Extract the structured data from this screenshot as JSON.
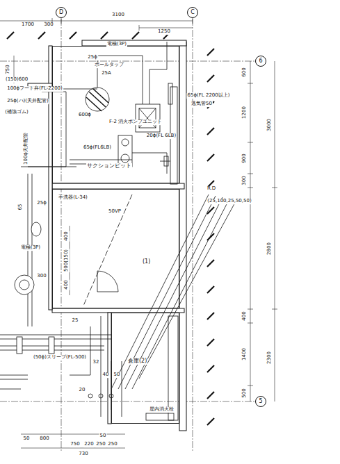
{
  "diagram": {
    "nodes": [
      {
        "text": [
          "D"
        ]
      },
      {
        "text": [
          "C"
        ]
      },
      {
        "text": [
          "6"
        ]
      },
      {
        "text": [
          "5"
        ]
      },
      {
        "text": [
          "サクションピット"
        ]
      },
      {
        "text": [
          "(1)"
        ]
      },
      {
        "text": [
          "倉庫(2)"
        ]
      }
    ],
    "labels": [
      "1700",
      "300",
      "3100",
      "1250",
      "750",
      "(150)600",
      "電極(3P)",
      "25ϕ",
      "ボールタップ",
      "25A",
      "100ϕフート弁(FL-2200)",
      "25ϕ(ハ)(天井配管)",
      "600ϕ",
      "F-2 消火ポンプユニット",
      "65ϕ(FL 2200以上)",
      "逃気管50",
      "20ϕ(FL 6LB)",
      "65ϕ(FL6LB)",
      "(補強ゴム)",
      "50VP",
      "手洗器(L-34)",
      "R.D",
      "(25,100,25,50,50)",
      "電極(3P)",
      "25ϕ",
      "65",
      "100ϕ天井配管",
      "400",
      "500(150)",
      "400",
      "300",
      "25",
      "(50ϕ)スリーブ(FL-500)",
      "32",
      "40",
      "50",
      "20",
      "屋内消火栓",
      "600",
      "1200",
      "900",
      "300",
      "3000",
      "2800",
      "400",
      "1400",
      "500",
      "2300",
      "50",
      "800",
      "750",
      "220",
      "250",
      "250",
      "50",
      "730"
    ]
  }
}
